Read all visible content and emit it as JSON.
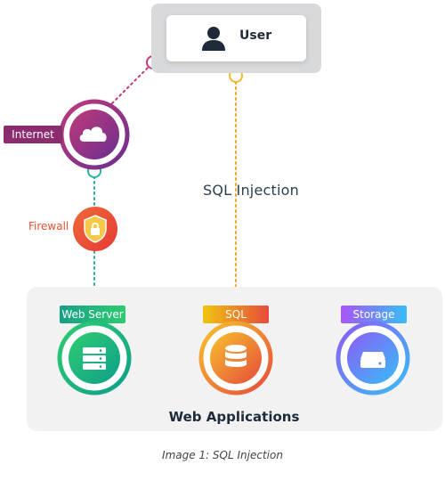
{
  "user": {
    "label": "User",
    "icon": "user-icon"
  },
  "internet": {
    "label": "Internet",
    "icon": "cloud-icon",
    "color": "#8b2c6f"
  },
  "firewall": {
    "label": "Firewall",
    "icon": "shield-lock-icon",
    "color": "#e8532e"
  },
  "attack": {
    "label": "SQL Injection"
  },
  "web_apps": {
    "title": "Web Applications",
    "nodes": [
      {
        "label": "Web Server",
        "icon": "server-icon",
        "color": "#16a085"
      },
      {
        "label": "SQL",
        "icon": "database-icon",
        "color": "#f39c12"
      },
      {
        "label": "Storage",
        "icon": "storage-drive-icon",
        "color": "#6d5bf0"
      }
    ]
  },
  "caption": "Image 1: SQL Injection"
}
